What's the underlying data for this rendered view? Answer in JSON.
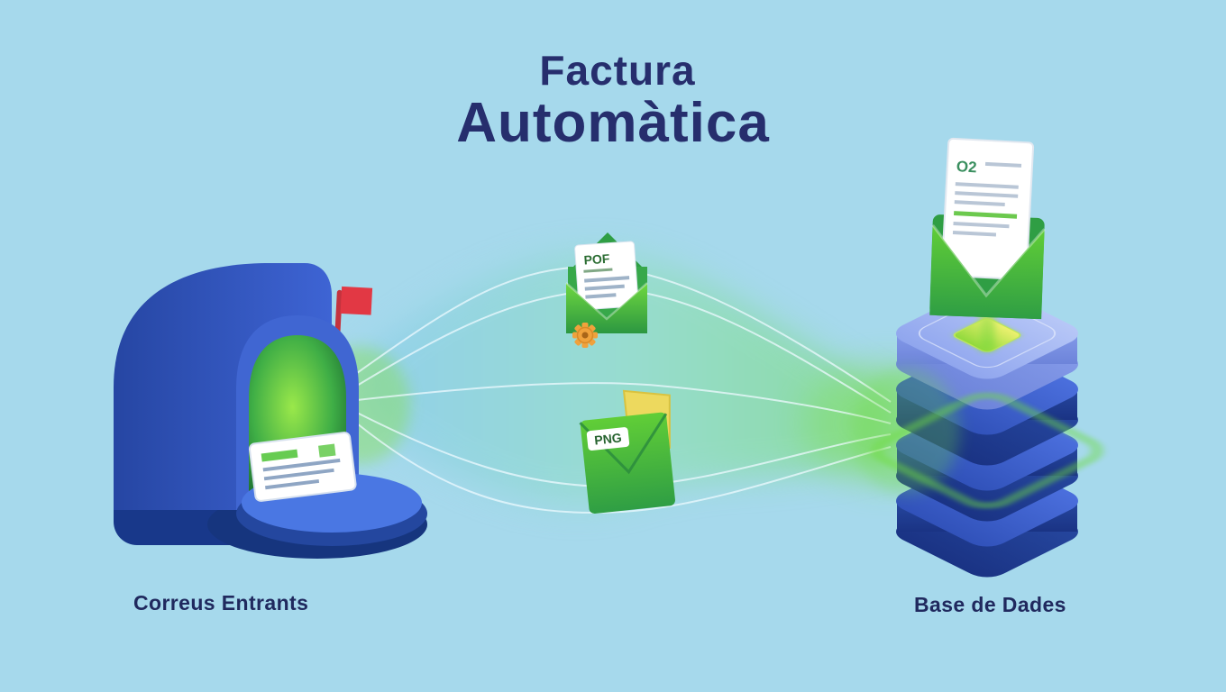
{
  "title": {
    "line1": "Factura",
    "line2": "Automàtica"
  },
  "labels": {
    "mailbox": "Correus Entrants",
    "database": "Base de Dades"
  },
  "envelopes": {
    "pdf_label": "POF",
    "png_label": "PNG"
  },
  "document": {
    "logo": "O2"
  },
  "icons": {
    "mailbox": "mailbox-icon",
    "flag": "flag-icon",
    "gear": "gear-icon",
    "envelope": "envelope-icon",
    "database": "database-stack-icon",
    "invoice_document": "invoice-document-icon"
  },
  "colors": {
    "background": "#a6d9ec",
    "title_navy": "#262e6d",
    "label_navy": "#20295e",
    "mailbox_blue": "#3a5fd0",
    "dark_blue": "#18388a",
    "green": "#5ecf37",
    "dark_green": "#2f9e44",
    "flag_red": "#e23844",
    "gear_orange": "#f0a23c",
    "paper_yellow": "#edd95e"
  }
}
